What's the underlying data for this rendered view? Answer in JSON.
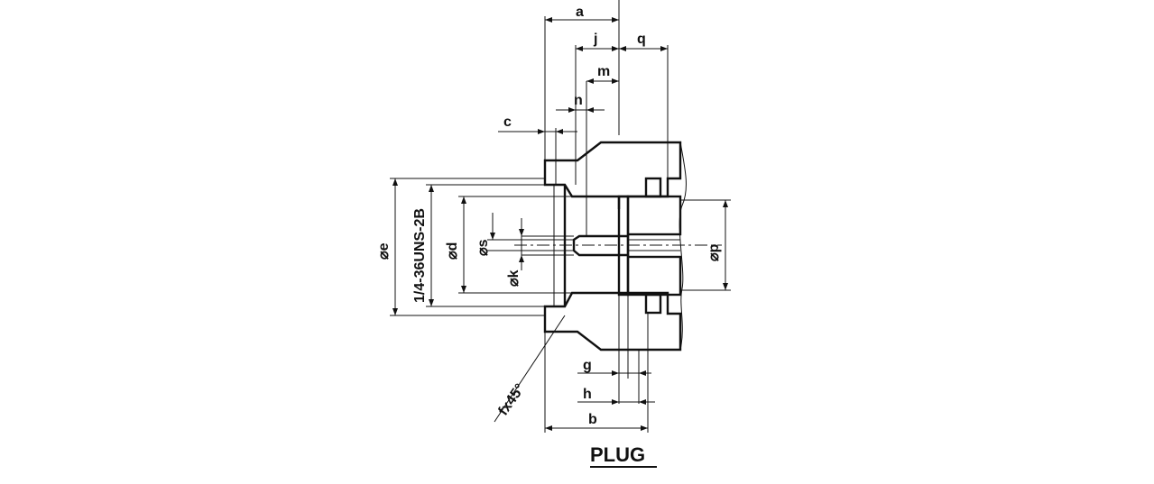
{
  "drawing": {
    "title": "PLUG",
    "dimensions": {
      "a": "a",
      "j": "j",
      "q": "q",
      "m": "m",
      "n": "n",
      "c": "c",
      "e": "⌀e",
      "thread": "1/4-36UNS-2B",
      "d": "⌀d",
      "s": "⌀s",
      "k": "⌀k",
      "p": "⌀p",
      "g": "g",
      "h": "h",
      "b": "b",
      "chamfer": "fx45°"
    }
  }
}
